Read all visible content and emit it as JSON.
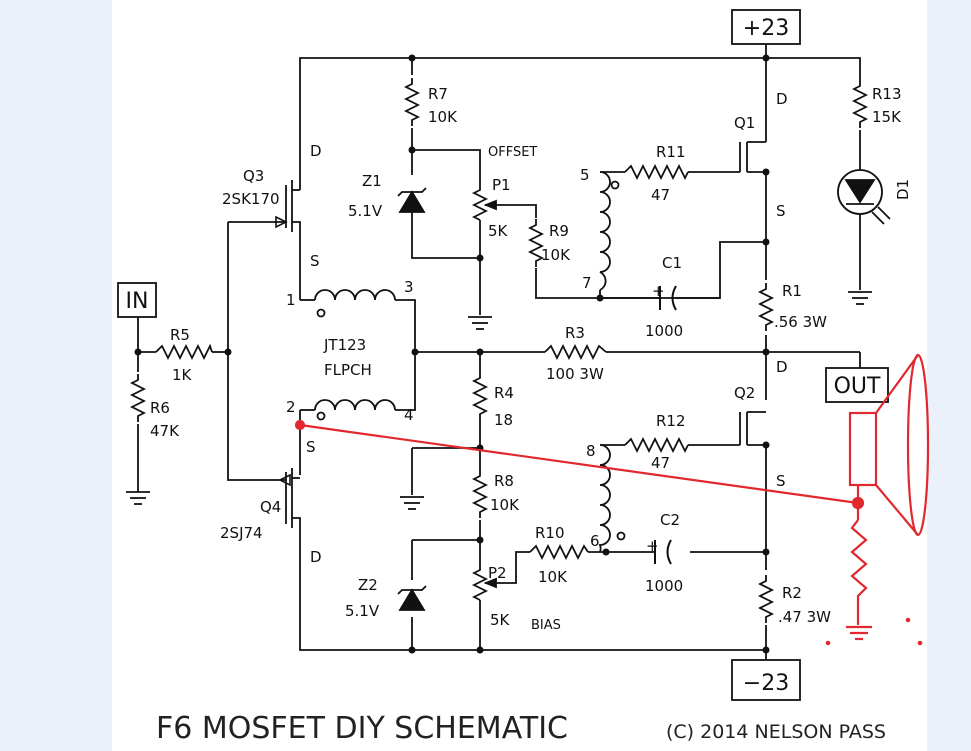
{
  "title": "F6 MOSFET DIY SCHEMATIC",
  "copyright": "(C) 2014 NELSON PASS",
  "rails": {
    "pos": "+23",
    "neg": "−23"
  },
  "ports": {
    "input": "IN",
    "output": "OUT"
  },
  "transformer": {
    "name": "JT123",
    "type": "FLPCH",
    "pins": [
      "1",
      "2",
      "3",
      "4",
      "5",
      "6",
      "7",
      "8"
    ]
  },
  "transistors": {
    "q1": {
      "ref": "Q1",
      "drain": "D",
      "source": "S"
    },
    "q2": {
      "ref": "Q2",
      "drain": "D",
      "source": "S"
    },
    "q3": {
      "ref": "Q3",
      "part": "2SK170",
      "drain": "D",
      "source": "S"
    },
    "q4": {
      "ref": "Q4",
      "part": "2SJ74",
      "drain": "D",
      "source": "S"
    }
  },
  "resistors": {
    "r1": {
      "ref": "R1",
      "value": ".56 3W"
    },
    "r2": {
      "ref": "R2",
      "value": ".47 3W"
    },
    "r3": {
      "ref": "R3",
      "value": "100 3W"
    },
    "r4": {
      "ref": "R4",
      "value": "18"
    },
    "r5": {
      "ref": "R5",
      "value": "1K"
    },
    "r6": {
      "ref": "R6",
      "value": "47K"
    },
    "r7": {
      "ref": "R7",
      "value": "10K"
    },
    "r8": {
      "ref": "R8",
      "value": "10K"
    },
    "r9": {
      "ref": "R9",
      "value": "10K"
    },
    "r10": {
      "ref": "R10",
      "value": "10K"
    },
    "r11": {
      "ref": "R11",
      "value": "47"
    },
    "r12": {
      "ref": "R12",
      "value": "47"
    },
    "r13": {
      "ref": "R13",
      "value": "15K"
    }
  },
  "capacitors": {
    "c1": {
      "ref": "C1",
      "value": "1000"
    },
    "c2": {
      "ref": "C2",
      "value": "1000"
    }
  },
  "zeners": {
    "z1": {
      "ref": "Z1",
      "value": "5.1V"
    },
    "z2": {
      "ref": "Z2",
      "value": "5.1V"
    }
  },
  "pots": {
    "p1": {
      "ref": "P1",
      "value": "5K",
      "function": "OFFSET"
    },
    "p2": {
      "ref": "P2",
      "value": "5K",
      "function": "BIAS"
    }
  },
  "led": {
    "ref": "D1"
  },
  "plus_sign": "+",
  "colors": {
    "wire": "#111111",
    "annotation": "#e0282e",
    "background": "#eaf1fb",
    "sheet": "#ffffff"
  }
}
